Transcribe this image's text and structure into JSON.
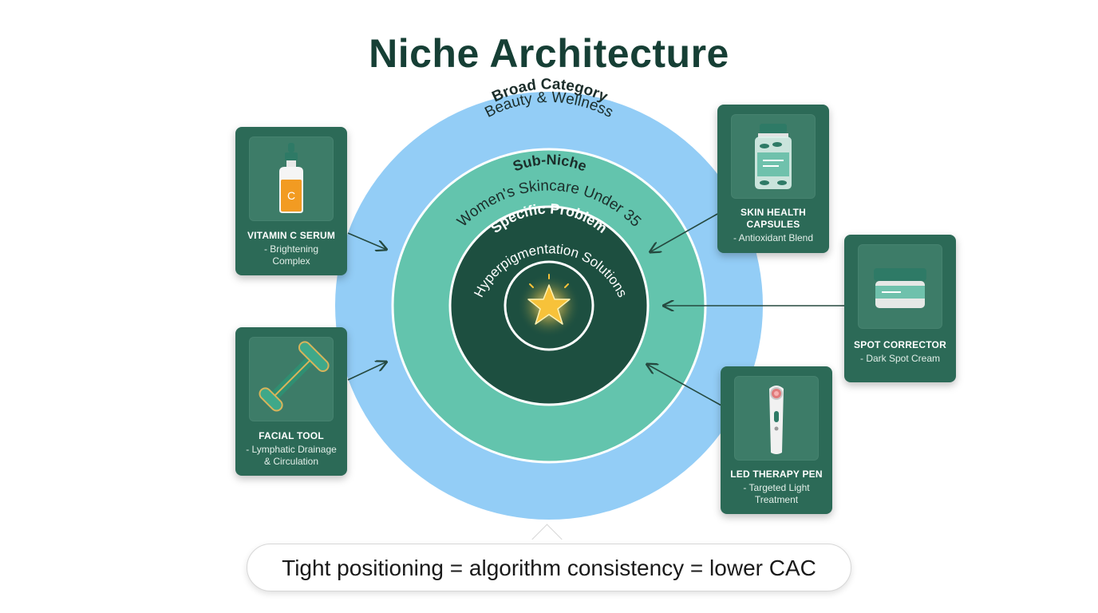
{
  "title": "Niche Architecture",
  "rings": {
    "broad": {
      "heading": "Broad Category",
      "sub": "Beauty & Wellness"
    },
    "subniche": {
      "heading": "Sub-Niche",
      "sub": "Women's Skincare Under 35"
    },
    "specific": {
      "heading": "Specific Problem",
      "sub": "Hyperpigmentation Solutions"
    }
  },
  "products": [
    {
      "name": "VITAMIN C SERUM",
      "desc1": "- Brightening",
      "desc2": "Complex",
      "icon": "serum-bottle-icon"
    },
    {
      "name": "FACIAL TOOL",
      "desc1": "- Lymphatic Drainage",
      "desc2": "& Circulation",
      "icon": "face-roller-icon"
    },
    {
      "name": "SKIN HEALTH",
      "name2": "CAPSULES",
      "desc1": "- Antioxidant Blend",
      "icon": "capsule-jar-icon"
    },
    {
      "name": "SPOT CORRECTOR",
      "desc1": "- Dark Spot Cream",
      "icon": "cream-jar-icon"
    },
    {
      "name": "LED THERAPY PEN",
      "desc1": "- Targeted Light",
      "desc2": "Treatment",
      "icon": "led-pen-icon"
    }
  ],
  "callout": "Tight positioning = algorithm consistency = lower CAC",
  "colors": {
    "outer_ring": "#93cdf6",
    "middle_ring": "#63c4ad",
    "inner_ring": "#1d4f40",
    "card": "#2c6a57",
    "title": "#163f35",
    "star": "#f7c23a"
  }
}
